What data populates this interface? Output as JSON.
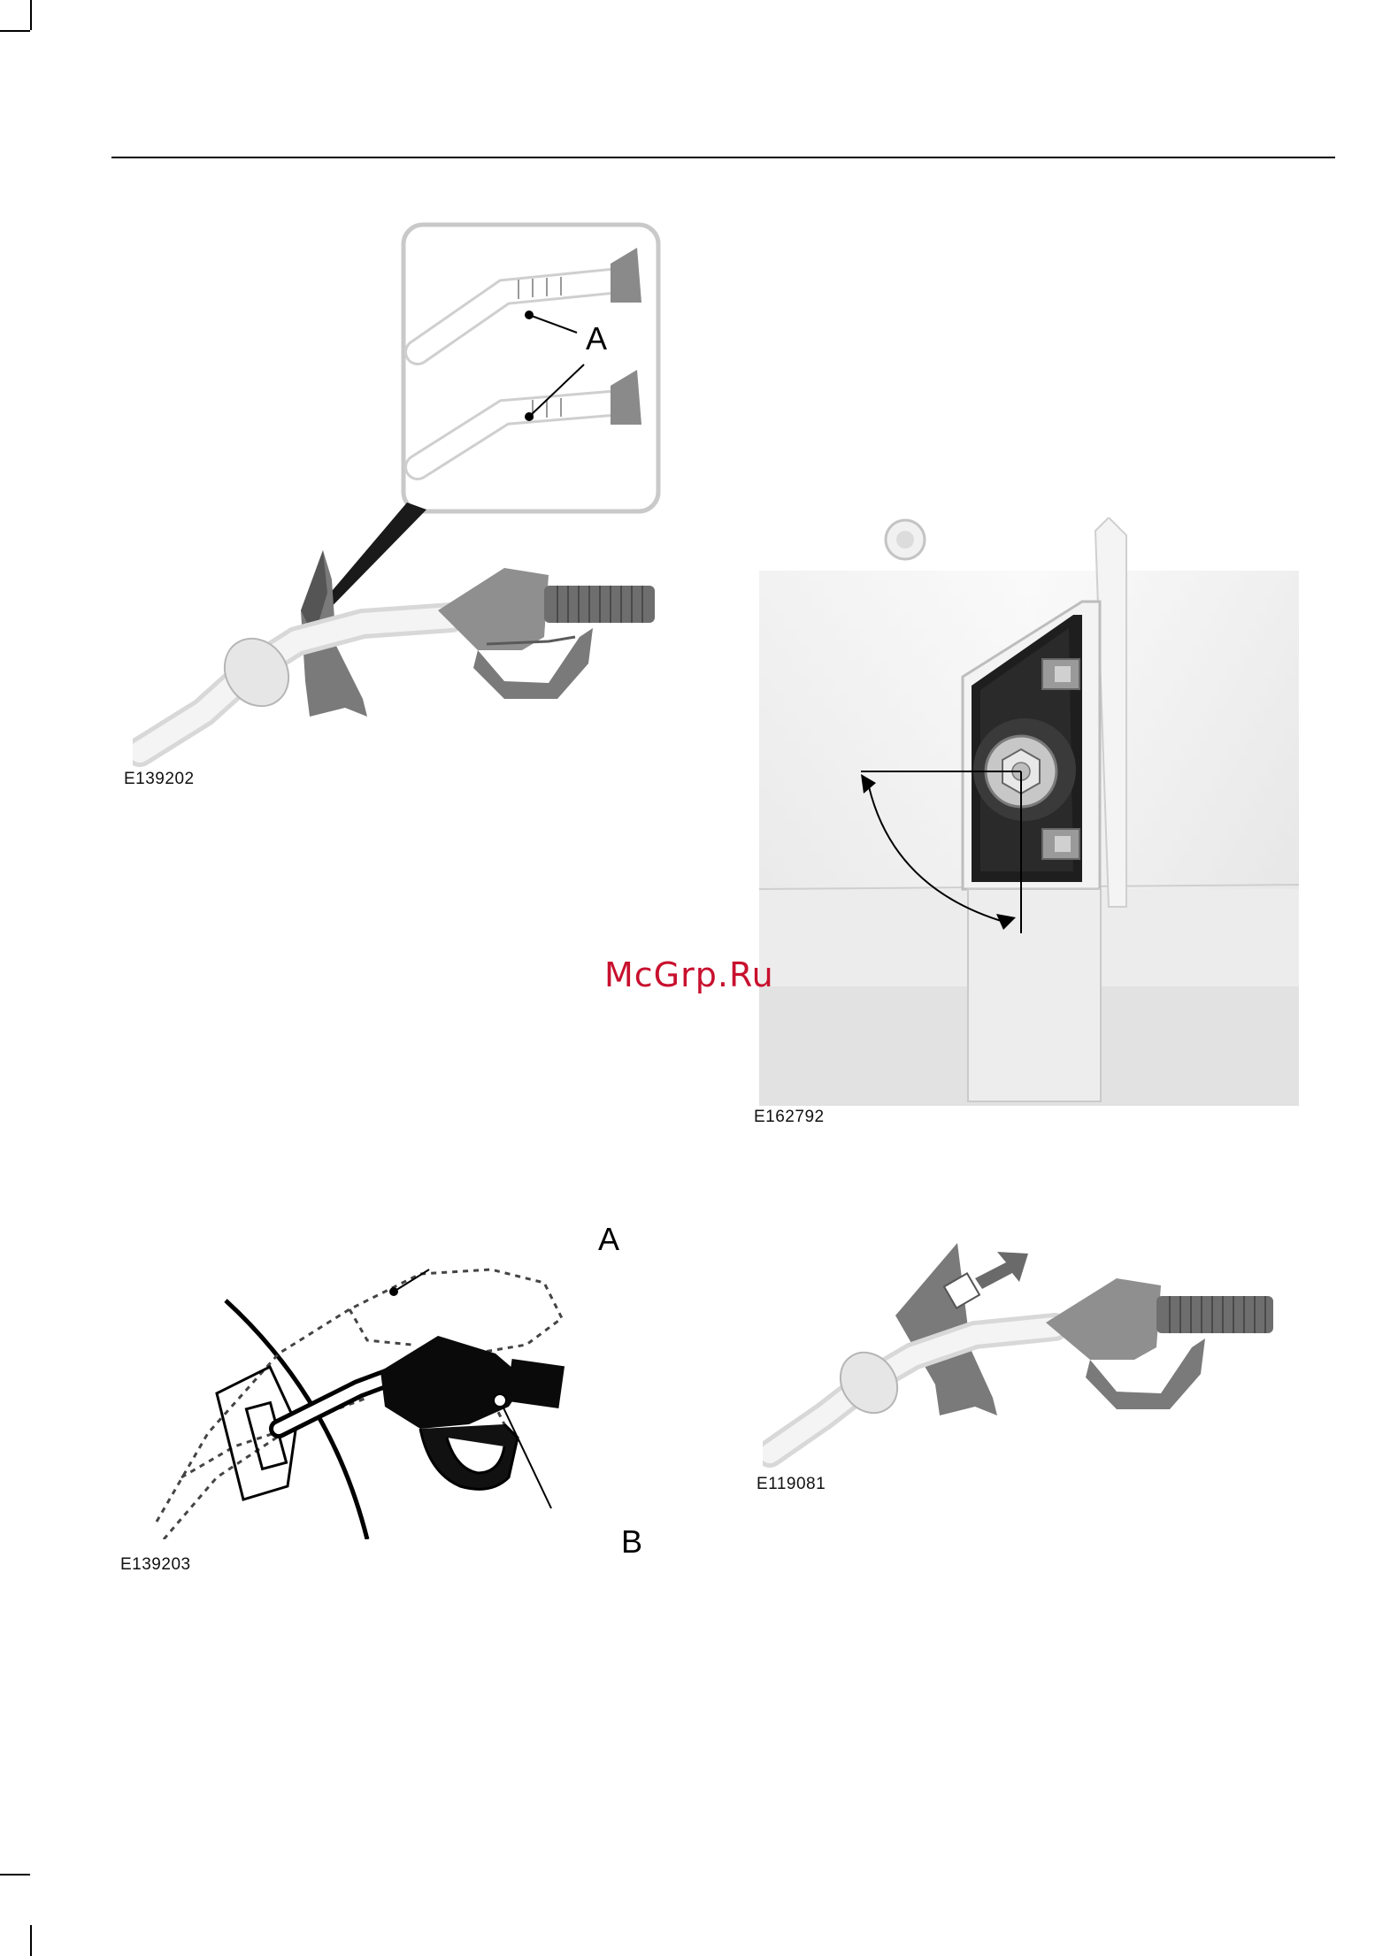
{
  "watermark": "McGrp.Ru",
  "figures": {
    "fig1": {
      "code": "E139202",
      "callout": "A"
    },
    "fig2": {
      "code": "E162792"
    },
    "fig3": {
      "code": "E139203",
      "callout_a": "A",
      "callout_b": "B"
    },
    "fig4": {
      "code": "E119081"
    }
  },
  "icons": {
    "fig1": "fuel-nozzle-insert-icon",
    "fig2": "fuel-filler-door-icon",
    "fig3": "fuel-nozzle-position-icon",
    "fig4": "fuel-nozzle-remove-icon"
  }
}
